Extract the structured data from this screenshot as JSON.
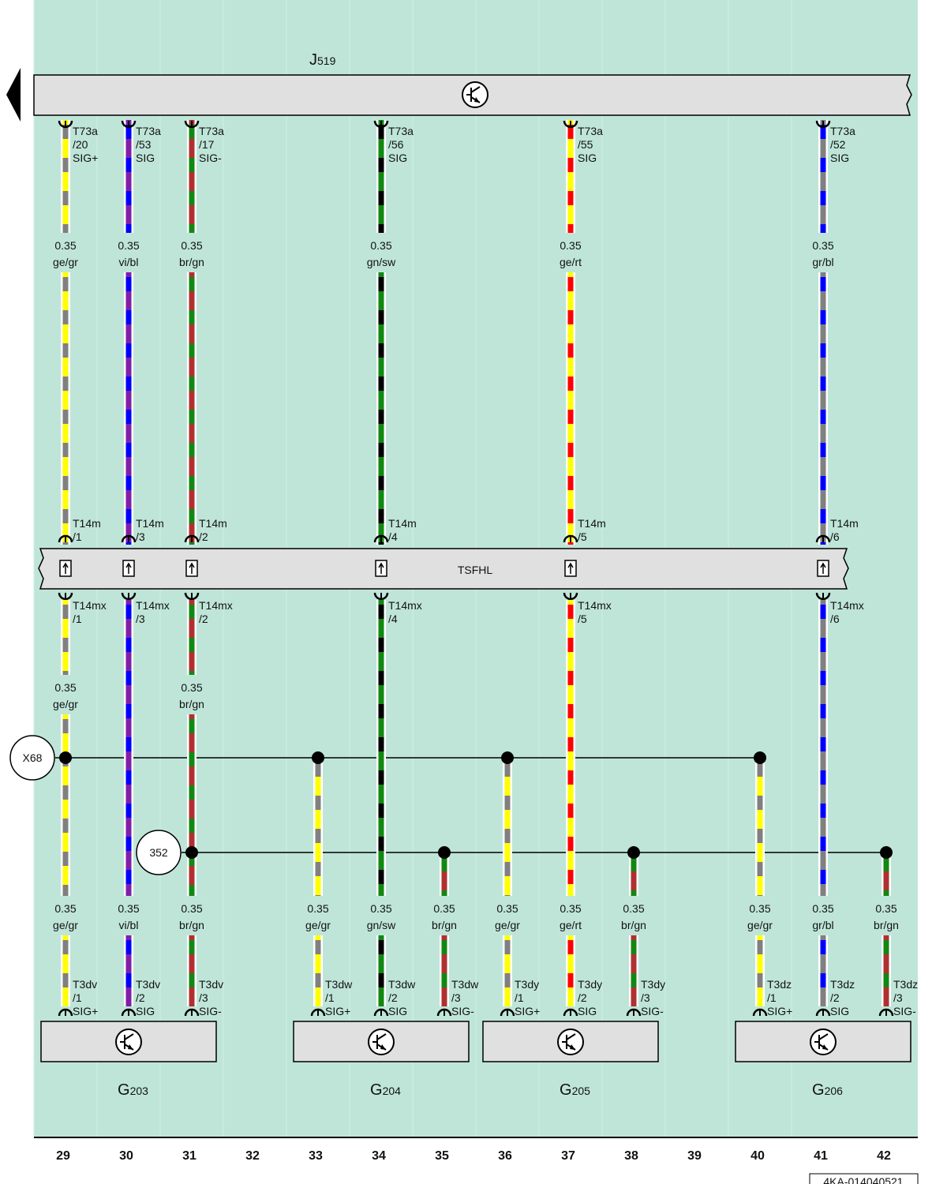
{
  "ecu": {
    "name": "J",
    "sub": "519"
  },
  "connector_block": {
    "name": "TSFHL"
  },
  "splices": [
    {
      "id": "X68"
    },
    {
      "id": "352"
    }
  ],
  "wire_colors": {
    "ge": "#ffff00",
    "gr": "#808080",
    "vi": "#7f1fa8",
    "bl": "#0000ff",
    "br": "#b03030",
    "gn": "#118811",
    "sw": "#000000",
    "rt": "#ff0000"
  },
  "upper_wires": [
    {
      "gauge": "0.35",
      "color": "ge/gr",
      "ecu_pin": [
        "T73a",
        "/20",
        "SIG+"
      ],
      "t14m": [
        "T14m",
        "/1"
      ],
      "t14mx": [
        "T14mx",
        "/1"
      ],
      "lower_gauge": "0.35",
      "lower_color": "ge/gr"
    },
    {
      "gauge": "0.35",
      "color": "vi/bl",
      "ecu_pin": [
        "T73a",
        "/53",
        "SIG"
      ],
      "t14m": [
        "T14m",
        "/3"
      ],
      "t14mx": [
        "T14mx",
        "/3"
      ]
    },
    {
      "gauge": "0.35",
      "color": "br/gn",
      "ecu_pin": [
        "T73a",
        "/17",
        "SIG-"
      ],
      "t14m": [
        "T14m",
        "/2"
      ],
      "t14mx": [
        "T14mx",
        "/2"
      ],
      "lower_gauge": "0.35",
      "lower_color": "br/gn"
    },
    {
      "gauge": "0.35",
      "color": "gn/sw",
      "ecu_pin": [
        "T73a",
        "/56",
        "SIG"
      ],
      "t14m": [
        "T14m",
        "/4"
      ],
      "t14mx": [
        "T14mx",
        "/4"
      ]
    },
    {
      "gauge": "0.35",
      "color": "ge/rt",
      "ecu_pin": [
        "T73a",
        "/55",
        "SIG"
      ],
      "t14m": [
        "T14m",
        "/5"
      ],
      "t14mx": [
        "T14mx",
        "/5"
      ]
    },
    {
      "gauge": "0.35",
      "color": "gr/bl",
      "ecu_pin": [
        "T73a",
        "/52",
        "SIG"
      ],
      "t14m": [
        "T14m",
        "/6"
      ],
      "t14mx": [
        "T14mx",
        "/6"
      ]
    }
  ],
  "sensors": [
    {
      "name": "G",
      "sub": "203",
      "pins": [
        {
          "gauge": "0.35",
          "color": "ge/gr",
          "pin": [
            "T3dv",
            "/1",
            "SIG+"
          ]
        },
        {
          "gauge": "0.35",
          "color": "vi/bl",
          "pin": [
            "T3dv",
            "/2",
            "SIG"
          ]
        },
        {
          "gauge": "0.35",
          "color": "br/gn",
          "pin": [
            "T3dv",
            "/3",
            "SIG-"
          ]
        }
      ]
    },
    {
      "name": "G",
      "sub": "204",
      "pins": [
        {
          "gauge": "0.35",
          "color": "ge/gr",
          "pin": [
            "T3dw",
            "/1",
            "SIG+"
          ]
        },
        {
          "gauge": "0.35",
          "color": "gn/sw",
          "pin": [
            "T3dw",
            "/2",
            "SIG"
          ]
        },
        {
          "gauge": "0.35",
          "color": "br/gn",
          "pin": [
            "T3dw",
            "/3",
            "SIG-"
          ]
        }
      ]
    },
    {
      "name": "G",
      "sub": "205",
      "pins": [
        {
          "gauge": "0.35",
          "color": "ge/gr",
          "pin": [
            "T3dy",
            "/1",
            "SIG+"
          ]
        },
        {
          "gauge": "0.35",
          "color": "ge/rt",
          "pin": [
            "T3dy",
            "/2",
            "SIG"
          ]
        },
        {
          "gauge": "0.35",
          "color": "br/gn",
          "pin": [
            "T3dy",
            "/3",
            "SIG-"
          ]
        }
      ]
    },
    {
      "name": "G",
      "sub": "206",
      "pins": [
        {
          "gauge": "0.35",
          "color": "ge/gr",
          "pin": [
            "T3dz",
            "/1",
            "SIG+"
          ]
        },
        {
          "gauge": "0.35",
          "color": "gr/bl",
          "pin": [
            "T3dz",
            "/2",
            "SIG"
          ]
        },
        {
          "gauge": "0.35",
          "color": "br/gn",
          "pin": [
            "T3dz",
            "/3",
            "SIG-"
          ]
        }
      ]
    }
  ],
  "column_numbers": [
    "29",
    "30",
    "31",
    "32",
    "33",
    "34",
    "35",
    "36",
    "37",
    "38",
    "39",
    "40",
    "41",
    "42"
  ],
  "drawing_id": "4KA-014040521"
}
